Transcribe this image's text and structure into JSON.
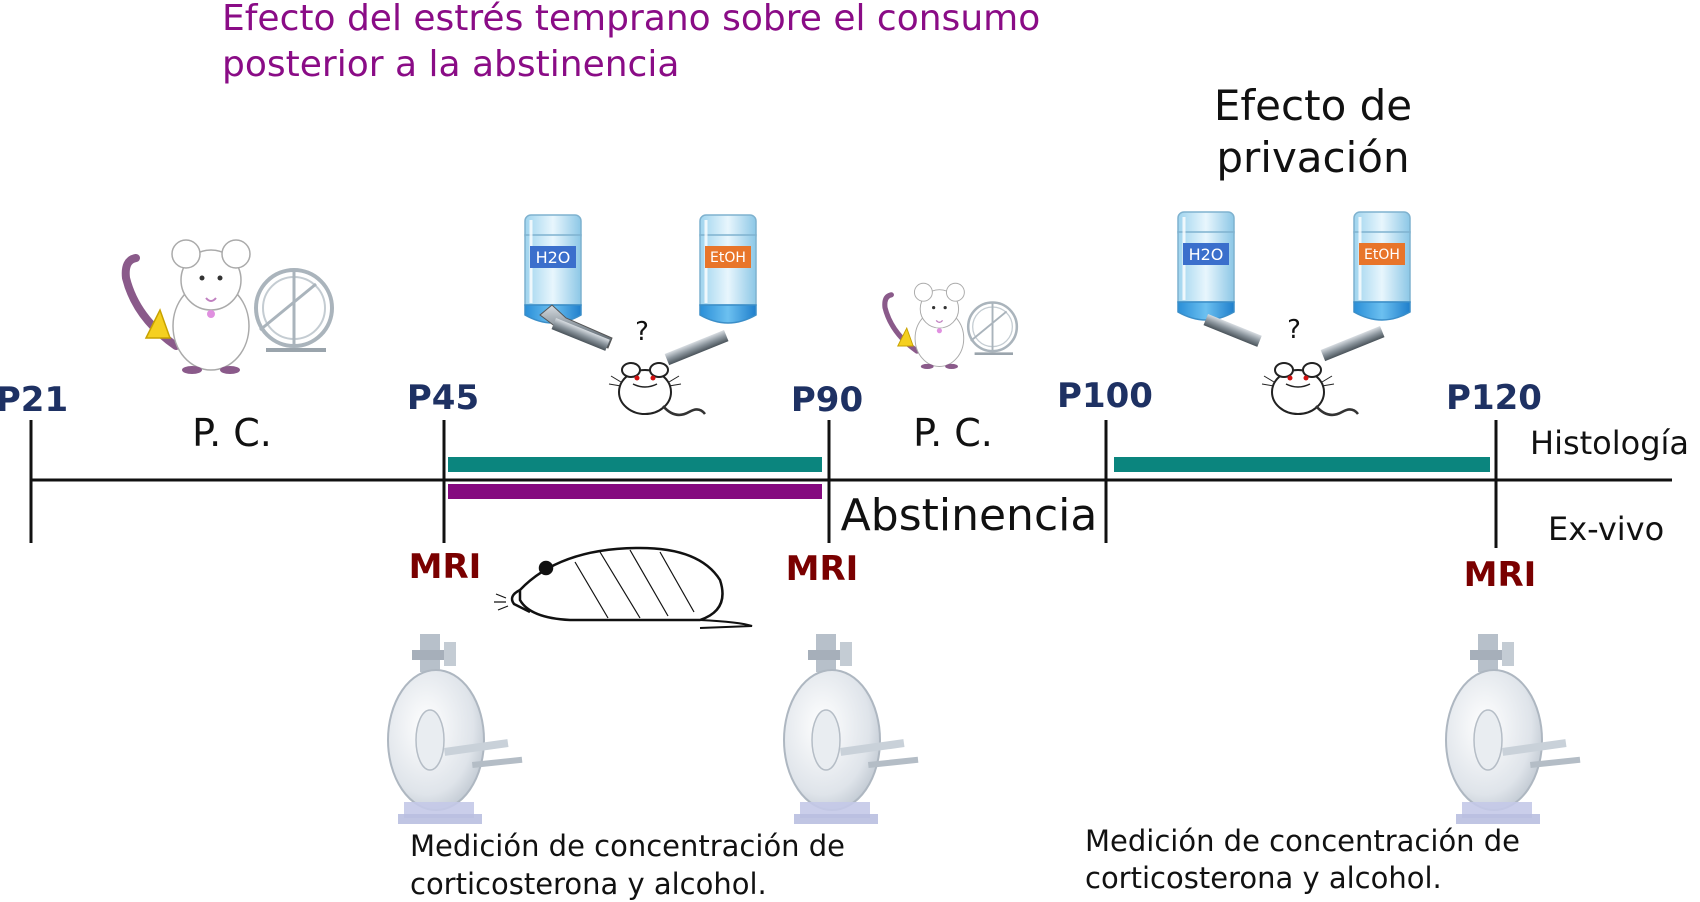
{
  "title": {
    "line1": "Efecto del estrés temprano sobre el consumo",
    "line2": "posterior a la abstinencia"
  },
  "deprivation_title": {
    "line1": "Efecto de",
    "line2": "privación"
  },
  "timepoints": {
    "p21": "P21",
    "p45": "P45",
    "p90": "P90",
    "p100": "P100",
    "p120": "P120"
  },
  "phases": {
    "pc1": "P. C.",
    "pc2": "P. C.",
    "abstinence": "Abstinencia"
  },
  "endpoints": {
    "histology": "Histología",
    "exvivo": "Ex-vivo"
  },
  "mri": {
    "m1": "MRI",
    "m2": "MRI",
    "m3": "MRI"
  },
  "bottles": {
    "water_label": "H2O",
    "ethanol_label": "EtOH",
    "question": "?"
  },
  "measurements": {
    "left": {
      "line1": "Medición de concentración de",
      "line2": "corticosterona y alcohol."
    },
    "right": {
      "line1": "Medición de concentración de",
      "line2": "corticosterona y alcohol."
    }
  },
  "colors": {
    "teal": "#0b857e",
    "purple": "#850a7f",
    "navy": "#1e3163",
    "mri_red": "#7a0000",
    "title_purple": "#8a0c86",
    "water_tag": "#3b6fcc",
    "ethanol_tag": "#e8752a"
  }
}
